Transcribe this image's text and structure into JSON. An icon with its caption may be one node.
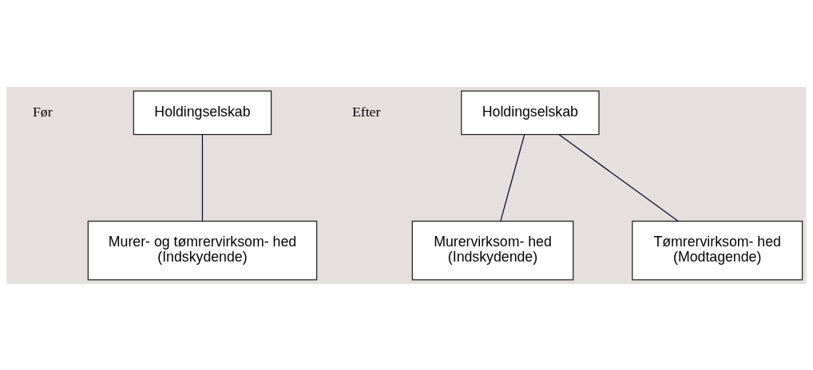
{
  "diagram": {
    "nodes": [
      {
        "text": [
          "Holdingselskab"
        ]
      },
      {
        "text": [
          "Murer- og tømrervirksom- hed",
          "(Indskydende)"
        ]
      },
      {
        "text": [
          "Holdingselskab"
        ]
      },
      {
        "text": [
          "Murervirksom- hed",
          "(Indskydende)"
        ]
      },
      {
        "text": [
          "Tømrervirksom- hed",
          "(Modtagende)"
        ]
      }
    ],
    "edges": [
      {
        "from": 0,
        "to": 1,
        "arrow": "none"
      },
      {
        "from": 2,
        "to": 3,
        "arrow": "none"
      },
      {
        "from": 2,
        "to": 4,
        "arrow": "none"
      }
    ],
    "labels": [
      "Før",
      "Efter"
    ]
  }
}
